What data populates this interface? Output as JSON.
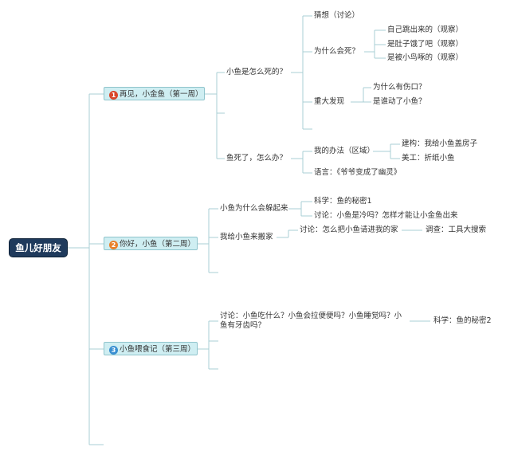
{
  "root": {
    "label": "鱼儿好朋友"
  },
  "colors": {
    "line": "#a9cfd4",
    "root_bg": "#1f3a5c",
    "topic_bg": "#cfeef2",
    "badge1": "#d9472b",
    "badge2": "#e9812a",
    "badge3": "#3a8fd1"
  },
  "week1": {
    "badge": "1",
    "label": "再见，小金鱼（第一周）",
    "q1": {
      "label": "小鱼是怎么死的？",
      "guess": "猜想（讨论）",
      "why": {
        "label": "为什么会死？",
        "items": [
          "自己跳出来的（观察）",
          "是肚子饿了吧（观察）",
          "是被小鸟啄的（观察）"
        ]
      },
      "discovery": {
        "label": "重大发现",
        "items": [
          "为什么有伤口？",
          "是谁动了小鱼？"
        ]
      }
    },
    "q2": {
      "label": "鱼死了，怎么办？",
      "method": {
        "label": "我的办法（区域）",
        "items": [
          "建构：我给小鱼盖房子",
          "美工：折纸小鱼"
        ]
      },
      "language": "语言：《爷爷变成了幽灵》"
    }
  },
  "week2": {
    "badge": "2",
    "label": "你好，小鱼（第二周）",
    "hide": {
      "label": "小鱼为什么会躲起来",
      "items": [
        "科学：鱼的秘密1",
        "讨论：小鱼是冷吗？怎样才能让小金鱼出来"
      ]
    },
    "move": {
      "label": "我给小鱼来搬家",
      "discuss": "讨论：怎么把小鱼请进我的家",
      "survey": "调查：工具大搜索"
    }
  },
  "week3": {
    "badge": "3",
    "label": "小鱼喂食记（第三周）",
    "discuss": "讨论：小鱼吃什么？小鱼会拉便便吗？小鱼睡觉吗？小鱼有牙齿吗？",
    "science": "科学：鱼的秘密2"
  }
}
